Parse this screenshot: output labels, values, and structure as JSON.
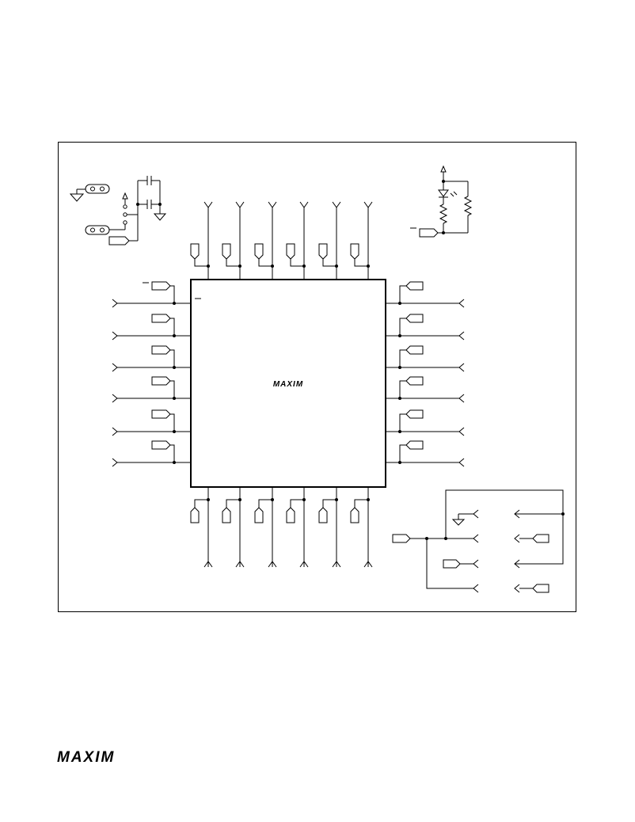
{
  "page": {
    "background": "#ffffff",
    "line_color": "#000000"
  },
  "brand": {
    "chip_logo_text": "MAXIM",
    "footer_logo_text": "MAXIM"
  },
  "chip": {
    "top_pin_count": 6,
    "bottom_pin_count": 6,
    "left_pin_count": 6,
    "right_pin_count": 6
  },
  "headers": {
    "top_header_pins": 6,
    "bottom_header_pins": 6,
    "left_header_pins": 6,
    "right_header_pins": 6,
    "small_header_left_pins": 4,
    "small_header_right_pins": 4
  },
  "icons": {
    "ground": "ground-icon",
    "power": "power-arrow-icon",
    "capacitor": "capacitor-icon",
    "resistor": "resistor-icon",
    "led": "led-icon",
    "jumper": "jumper-pad-icon",
    "flag": "signal-flag-icon",
    "header_pin": "header-pin-icon"
  }
}
